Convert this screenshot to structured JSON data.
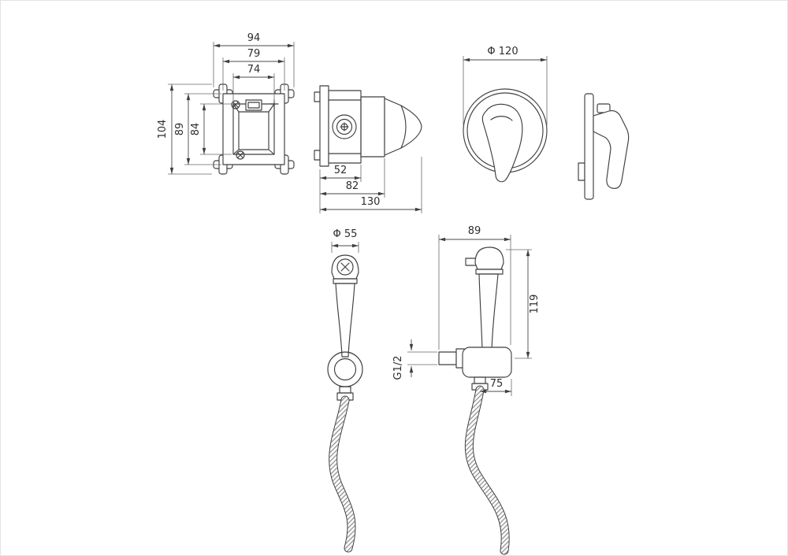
{
  "colors": {
    "line": "#3f3f3f",
    "dimension_text": "#2e2e2e",
    "background": "#ffffff"
  },
  "drawing": {
    "mixer_front": {
      "width_overall": "94",
      "width_plate": "79",
      "width_opening": "74",
      "height_overall": "104",
      "height_plate": "89",
      "height_opening": "84"
    },
    "mixer_side": {
      "depth_to_valve": "52",
      "depth_to_thread": "82",
      "depth_overall": "130"
    },
    "trim_plate": {
      "diameter": "Φ 120"
    },
    "hand_sprayer": {
      "head_diameter": "Φ 55"
    },
    "wall_bracket": {
      "width": "89",
      "sprayer_height": "119",
      "hose_offset": "75",
      "thread_size": "G1/2"
    }
  }
}
